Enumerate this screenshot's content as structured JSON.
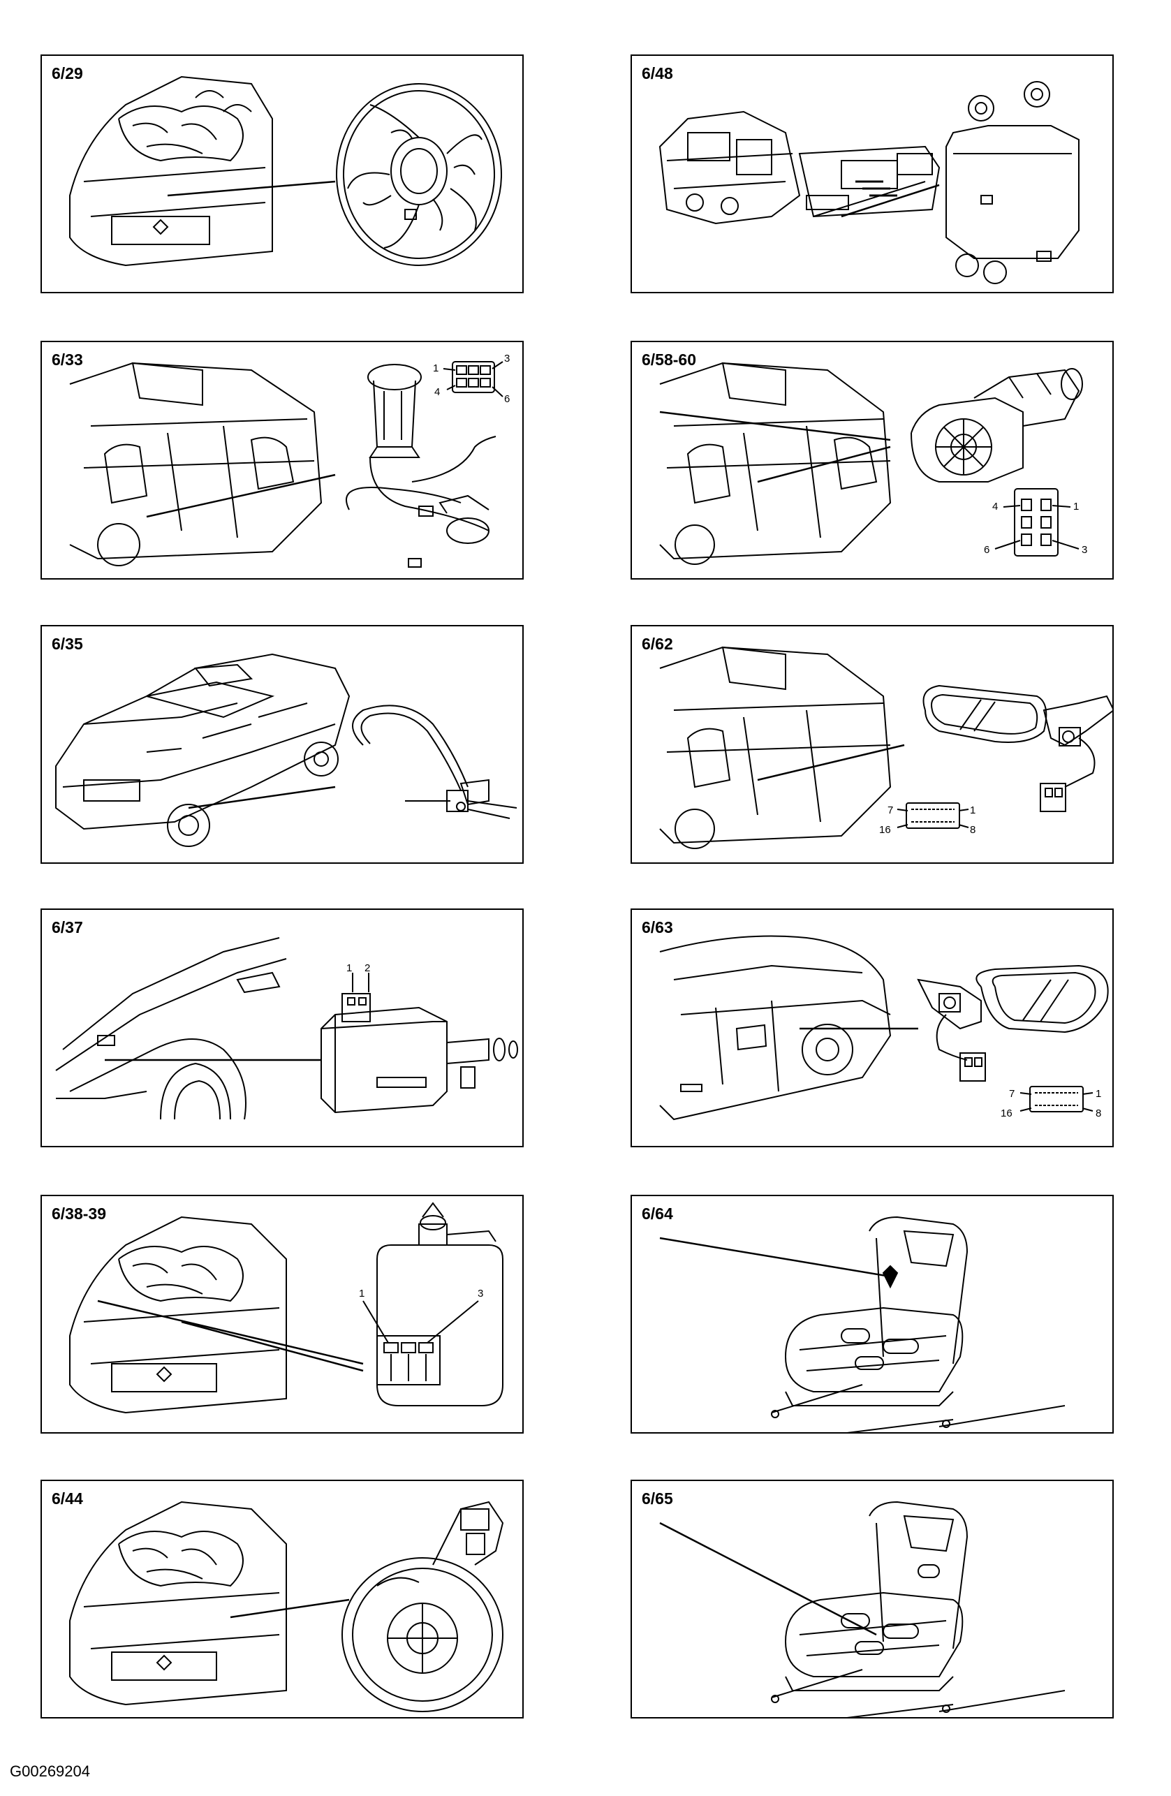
{
  "panels": [
    {
      "label": "6/29"
    },
    {
      "label": "6/48"
    },
    {
      "label": "6/33",
      "pins": [
        "1",
        "3",
        "4",
        "6"
      ]
    },
    {
      "label": "6/58-60",
      "pins": [
        "4",
        "1",
        "6",
        "3"
      ]
    },
    {
      "label": "6/35"
    },
    {
      "label": "6/62",
      "pins": [
        "7",
        "1",
        "16",
        "8"
      ]
    },
    {
      "label": "6/37",
      "pins": [
        "1",
        "2"
      ]
    },
    {
      "label": "6/63",
      "pins": [
        "7",
        "1",
        "16",
        "8"
      ]
    },
    {
      "label": "6/38-39",
      "pins": [
        "1",
        "3"
      ]
    },
    {
      "label": "6/64"
    },
    {
      "label": "6/44"
    },
    {
      "label": "6/65"
    }
  ],
  "footer": "G00269204"
}
